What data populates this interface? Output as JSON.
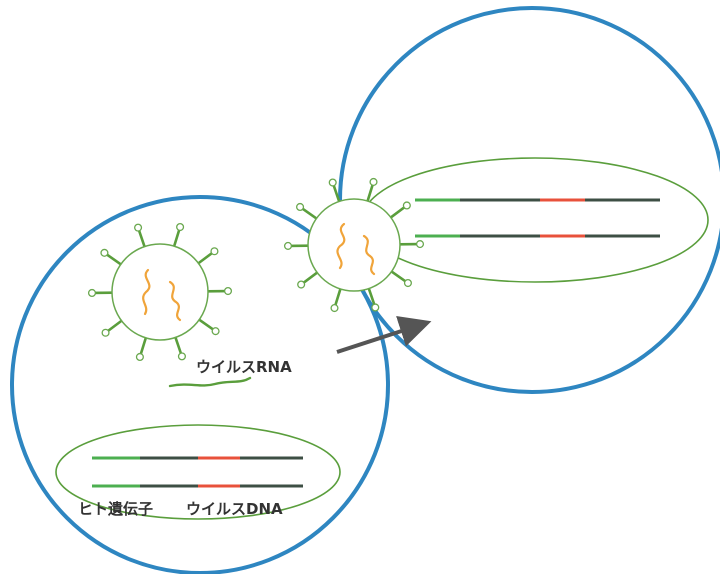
{
  "labels": {
    "viral_rna": "ウイルスRNA",
    "human_gene": "ヒト遺伝子",
    "viral_dna": "ウイルスDNA"
  },
  "colors": {
    "cell_membrane": "#2e86c1",
    "nucleus": "#5a9e3c",
    "capsid": "#6aa84f",
    "rna_strand": "#f0a43a",
    "human_dna": "#4caf50",
    "dna_dark": "#3d4f44",
    "integrated_viral_dna": "#e8513b",
    "arrow": "#555555"
  }
}
